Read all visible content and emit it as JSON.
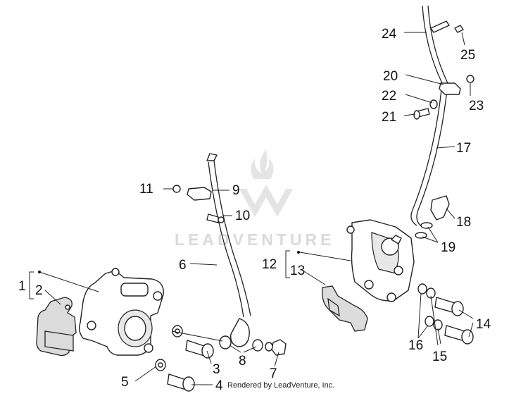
{
  "watermark": {
    "brand": "LEADVENTURE"
  },
  "credit": "Rendered by LeadVenture, Inc.",
  "callouts": {
    "c1": "1",
    "c2": "2",
    "c3": "3",
    "c4": "4",
    "c5": "5",
    "c6": "6",
    "c7": "7",
    "c8": "8",
    "c9": "9",
    "c10": "10",
    "c11": "11",
    "c12": "12",
    "c13": "13",
    "c14": "14",
    "c15": "15",
    "c16": "16",
    "c17": "17",
    "c18": "18",
    "c19": "19",
    "c20": "20",
    "c21": "21",
    "c22": "22",
    "c23": "23",
    "c24": "24",
    "c25": "25"
  }
}
